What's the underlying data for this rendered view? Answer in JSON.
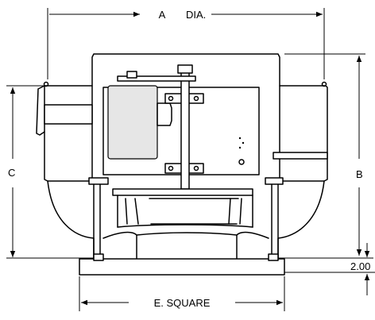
{
  "labels": {
    "a_dia": "A",
    "dia": "DIA.",
    "b": "B",
    "c": "C",
    "e_square": "E. SQUARE",
    "base_height": "2.00"
  }
}
